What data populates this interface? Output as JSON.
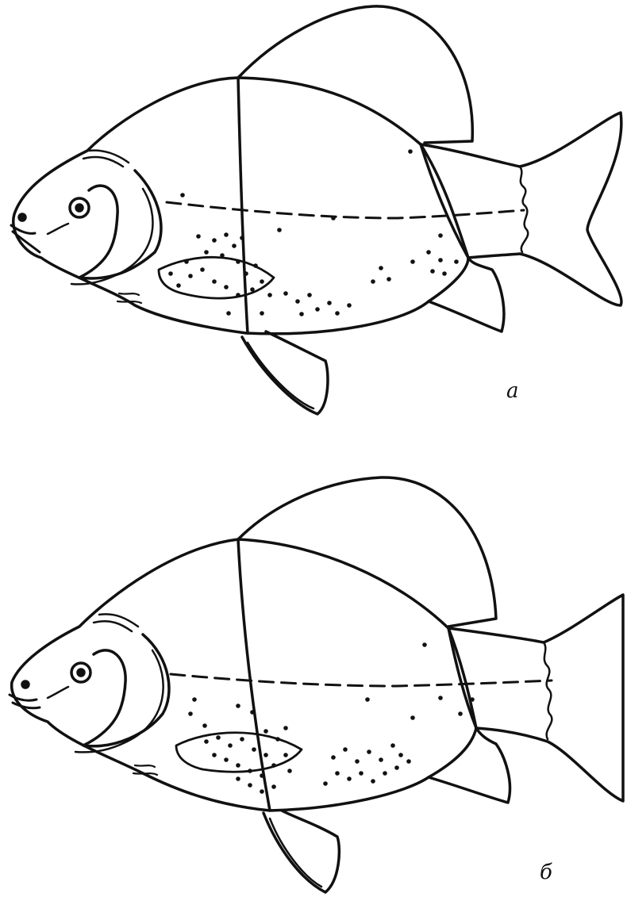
{
  "panels": [
    {
      "id": "a",
      "label": "а"
    },
    {
      "id": "b",
      "label": "б"
    }
  ],
  "colors": {
    "ink": "#111111",
    "paper": "#ffffff"
  }
}
